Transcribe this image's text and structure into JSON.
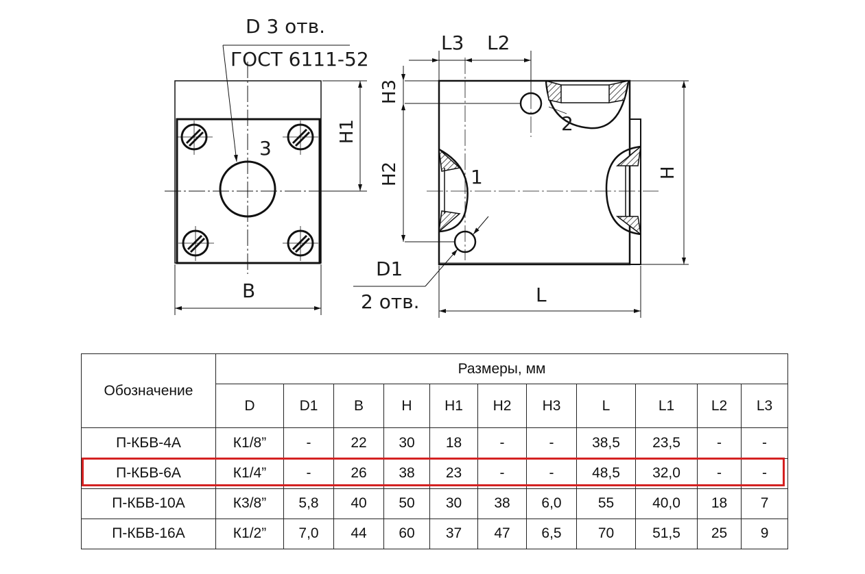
{
  "drawing": {
    "labels": {
      "d_holes": "D 3 отв.",
      "gost": "ГОСТ 6111-52",
      "port3": "3",
      "port2": "2",
      "port1": "1",
      "b": "B",
      "h1": "H1",
      "h2": "H2",
      "h3": "H3",
      "l3": "L3",
      "l2": "L2",
      "h": "H",
      "l": "L",
      "d1": "D1",
      "d1_holes": "2 отв."
    }
  },
  "table": {
    "designation_header": "Обозначение",
    "dimensions_header": "Размеры, мм",
    "columns": [
      "D",
      "D1",
      "B",
      "H",
      "H1",
      "H2",
      "H3",
      "L",
      "L1",
      "L2",
      "L3"
    ],
    "rows": [
      {
        "name": "П-КБВ-4А",
        "values": [
          "К1/8”",
          "-",
          "22",
          "30",
          "18",
          "-",
          "-",
          "38,5",
          "23,5",
          "-",
          "-"
        ]
      },
      {
        "name": "П-КБВ-6А",
        "values": [
          "К1/4”",
          "-",
          "26",
          "38",
          "23",
          "-",
          "-",
          "48,5",
          "32,0",
          "-",
          "-"
        ]
      },
      {
        "name": "П-КБВ-10А",
        "values": [
          "К3/8”",
          "5,8",
          "40",
          "50",
          "30",
          "38",
          "6,0",
          "55",
          "40,0",
          "18",
          "7"
        ]
      },
      {
        "name": "П-КБВ-16А",
        "values": [
          "К1/2”",
          "7,0",
          "44",
          "60",
          "37",
          "47",
          "6,5",
          "70",
          "51,5",
          "25",
          "9"
        ]
      }
    ],
    "highlighted_row": 1,
    "highlight_color": "#d42121"
  }
}
